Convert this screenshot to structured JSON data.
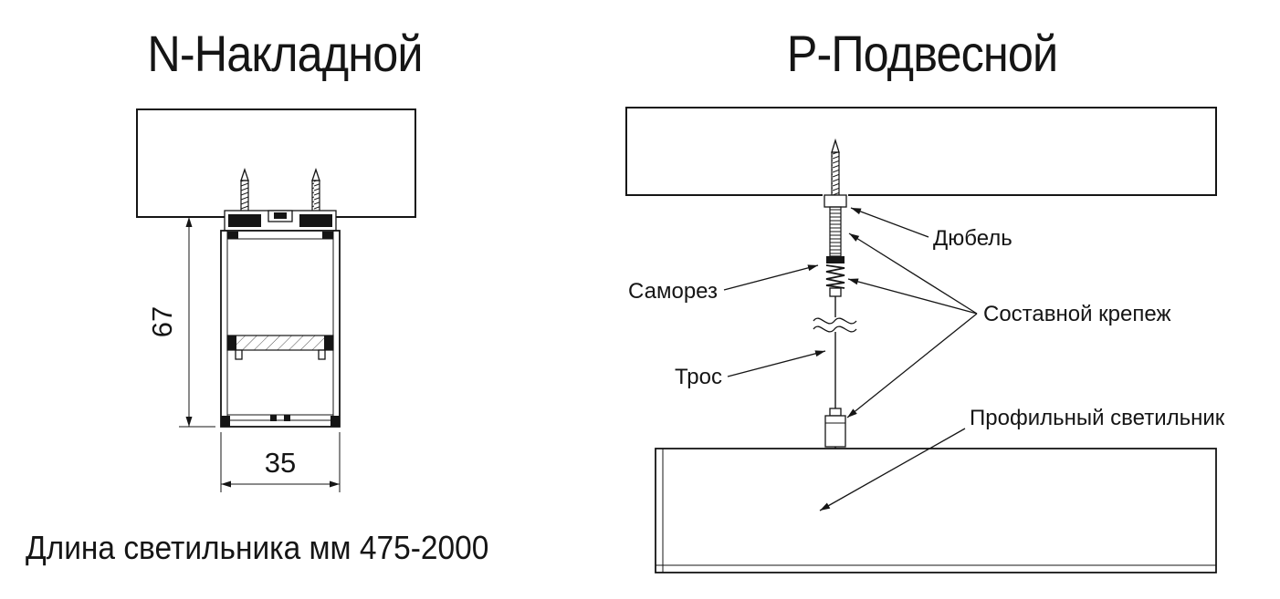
{
  "colors": {
    "ink": "#151515",
    "background": "#ffffff"
  },
  "left_panel": {
    "title": "N-Накладной",
    "dimension_height_mm": "67",
    "dimension_width_mm": "35",
    "length_note": "Длина светильника мм 475-2000"
  },
  "right_panel": {
    "title": "Р-Подвесной",
    "labels": {
      "dowel": "Дюбель",
      "self_tapping_screw": "Саморез",
      "composite_fastener": "Составной крепеж",
      "cable": "Трос",
      "profile_luminaire": "Профильный светильник"
    }
  }
}
